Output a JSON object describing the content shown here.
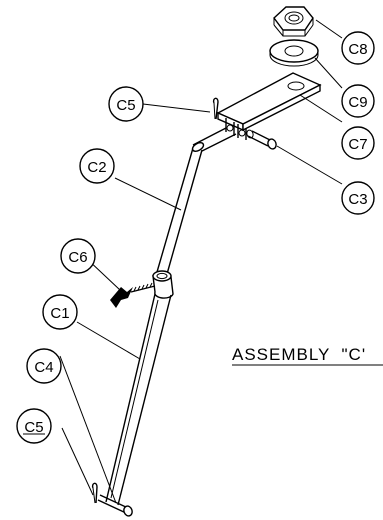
{
  "diagram": {
    "title": "ASSEMBLY  \"C'",
    "callouts": {
      "c8": "C8",
      "c9": "C9",
      "c5_top": "C5",
      "c7": "C7",
      "c2": "C2",
      "c3": "C3",
      "c6": "C6",
      "c1": "C1",
      "c4": "C4",
      "c5_bottom": "C5"
    }
  }
}
